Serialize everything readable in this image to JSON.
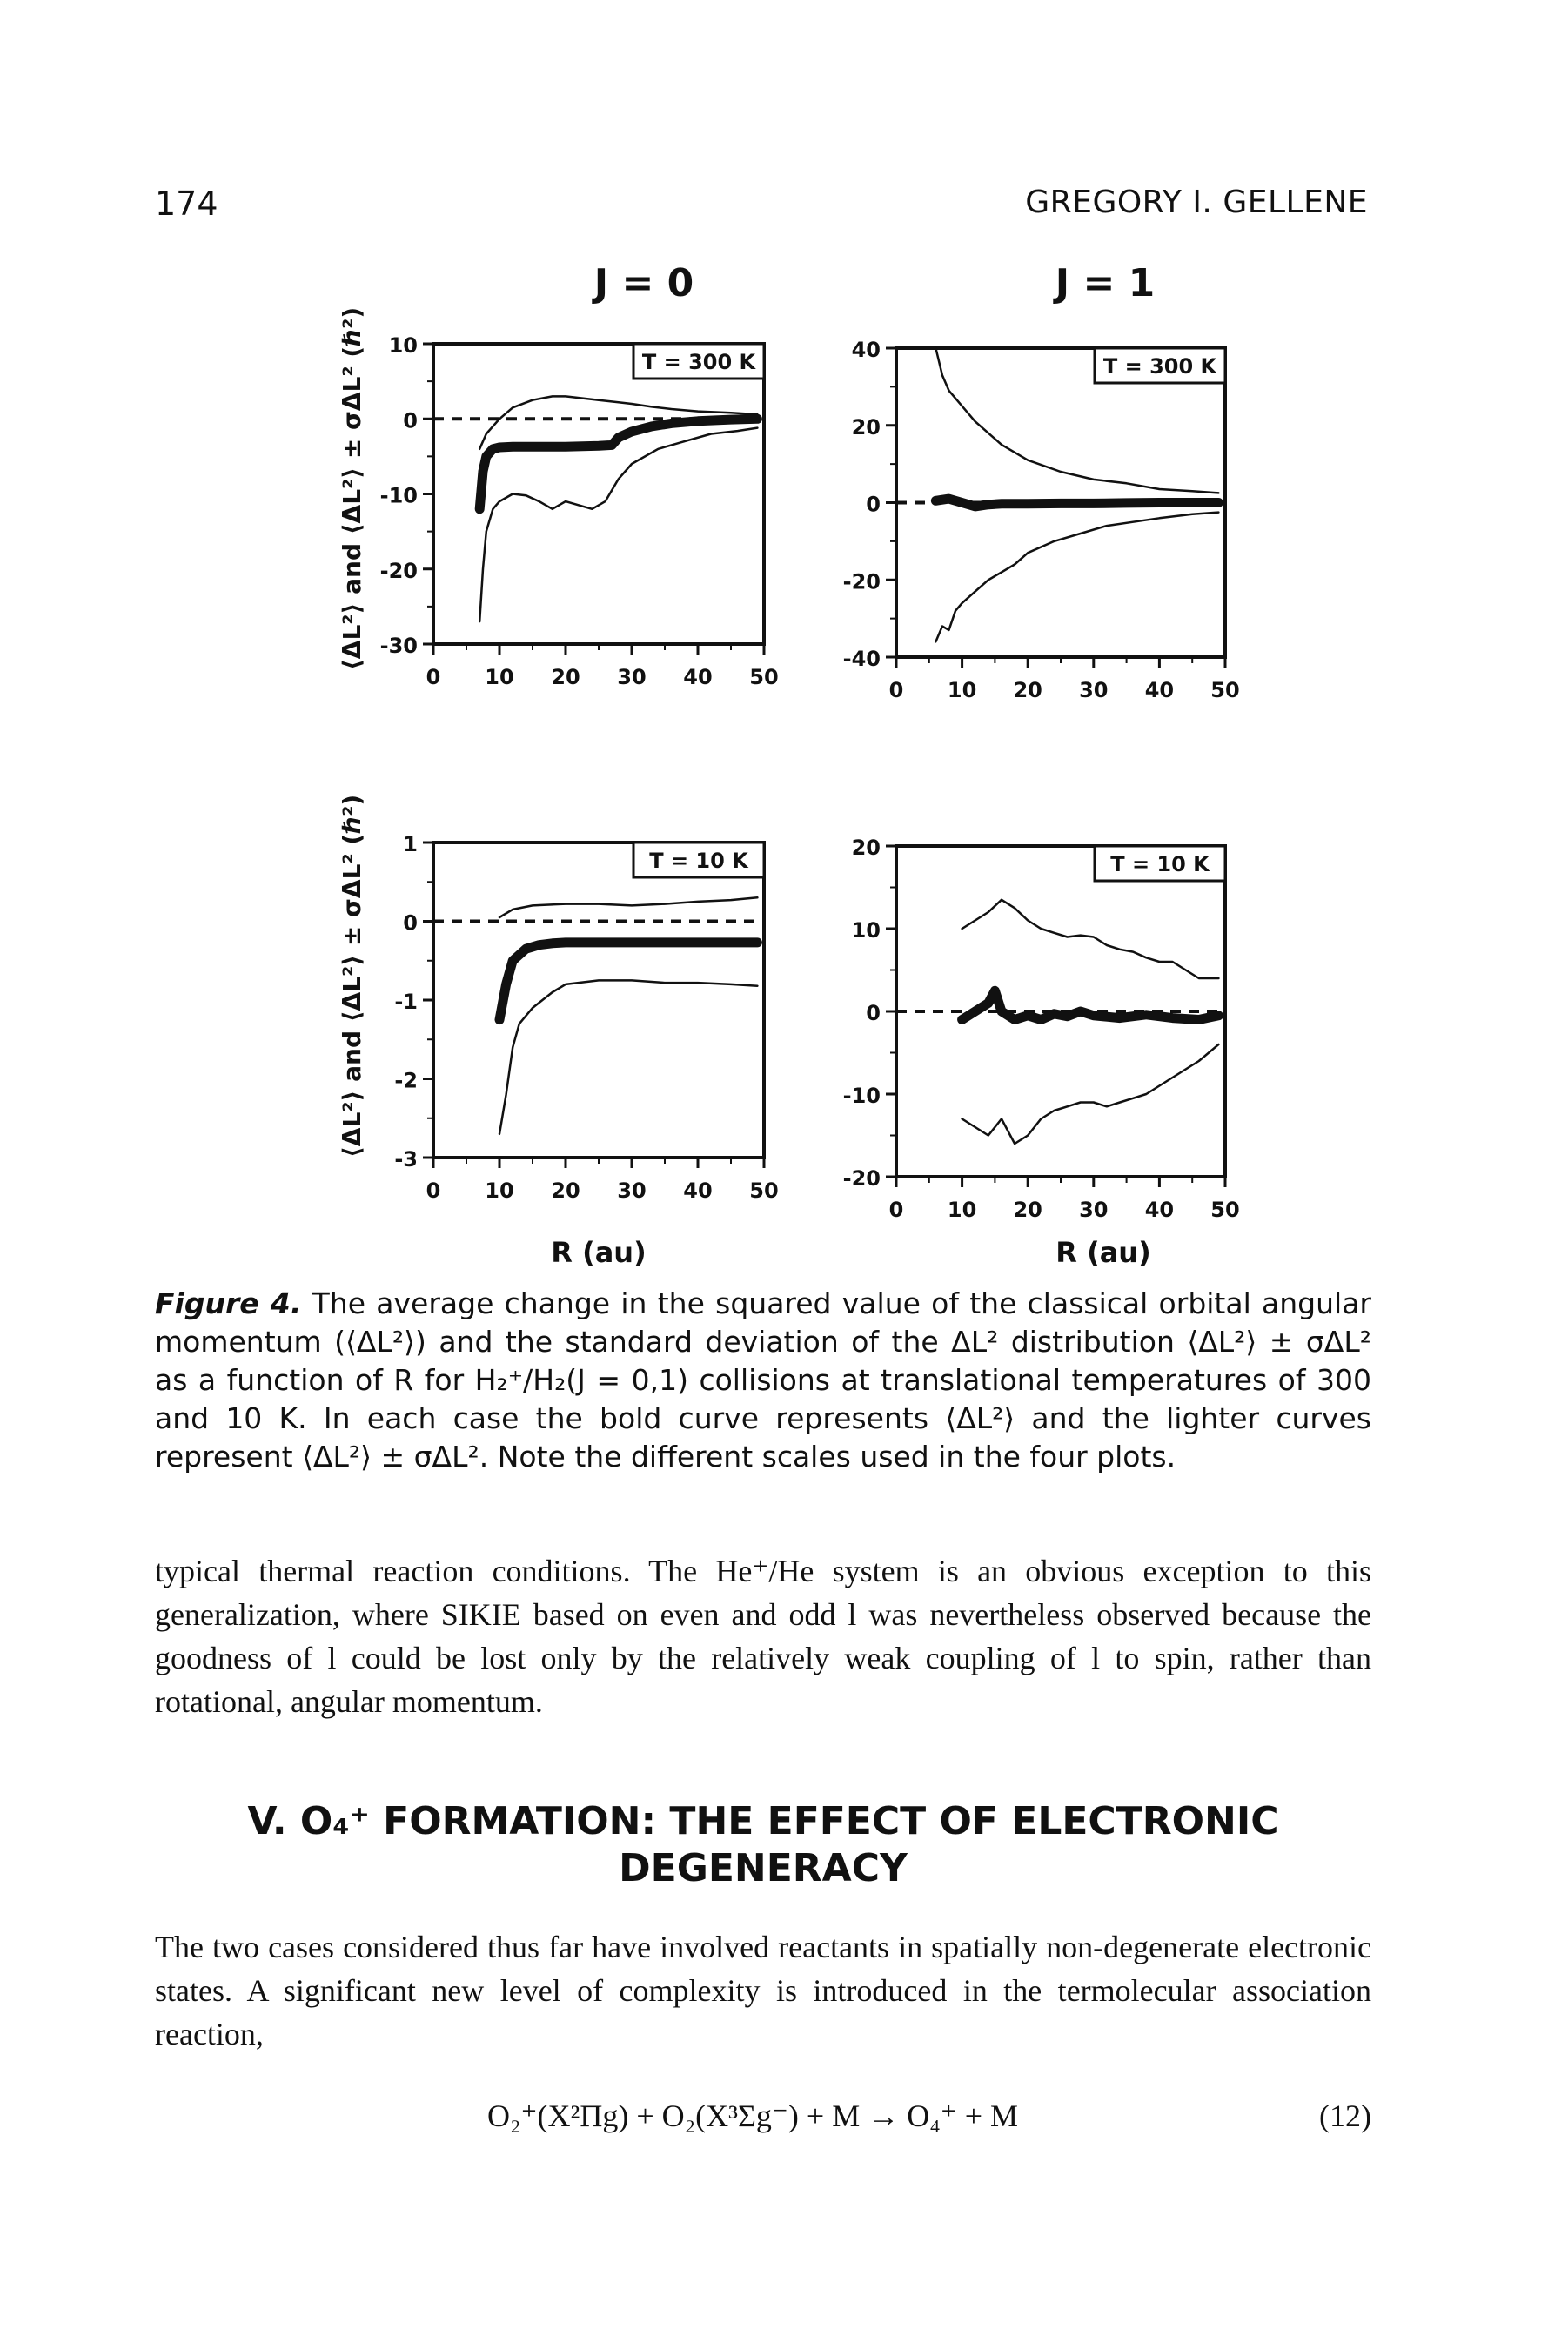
{
  "header": {
    "page_number": "174",
    "running_head": "GREGORY I. GELLENE"
  },
  "figure": {
    "col_titles": [
      "J = 0",
      "J = 1"
    ],
    "ylabel": "⟨ΔL²⟩ and ⟨ΔL²⟩ ± σΔL² (ℏ²)",
    "xlabel": "R (au)",
    "panels": [
      {
        "temperature_label": "T = 300 K",
        "ylim": [
          -30,
          10
        ],
        "yticks": [
          "10",
          "0",
          "-10",
          "-20",
          "-30"
        ],
        "xticks": [
          "0",
          "10",
          "20",
          "30",
          "40",
          "50"
        ]
      },
      {
        "temperature_label": "T = 300 K",
        "ylim": [
          -40,
          40
        ],
        "yticks": [
          "40",
          "20",
          "0",
          "-20",
          "-40"
        ],
        "xticks": [
          "0",
          "10",
          "20",
          "30",
          "40",
          "50"
        ]
      },
      {
        "temperature_label": "T = 10 K",
        "ylim": [
          -3,
          1
        ],
        "yticks": [
          "1",
          "0",
          "-1",
          "-2",
          "-3"
        ],
        "xticks": [
          "0",
          "10",
          "20",
          "30",
          "40",
          "50"
        ]
      },
      {
        "temperature_label": "T = 10 K",
        "ylim": [
          -20,
          20
        ],
        "yticks": [
          "20",
          "10",
          "0",
          "-10",
          "-20"
        ],
        "xticks": [
          "0",
          "10",
          "20",
          "30",
          "40",
          "50"
        ]
      }
    ]
  },
  "chart_data": [
    {
      "type": "line",
      "panel": "J = 0, T = 300 K",
      "xlim": [
        0,
        50
      ],
      "ylim": [
        -30,
        10
      ],
      "series": [
        {
          "x": [
            7,
            8,
            10,
            12,
            15,
            18,
            20,
            22,
            25,
            28,
            30,
            33,
            36,
            40,
            45,
            49
          ],
          "y": [
            -4,
            -2,
            0,
            1.5,
            2.5,
            3,
            3,
            2.8,
            2.5,
            2.2,
            2,
            1.6,
            1.3,
            1,
            0.8,
            0.6
          ]
        },
        {
          "x": [
            7,
            7.5,
            8,
            9,
            10,
            12,
            15,
            20,
            25,
            27,
            28,
            30,
            33,
            36,
            40,
            45,
            49
          ],
          "y": [
            -12,
            -7,
            -5,
            -4,
            -3.8,
            -3.7,
            -3.7,
            -3.7,
            -3.6,
            -3.5,
            -2.5,
            -1.7,
            -1,
            -0.6,
            -0.3,
            -0.1,
            0
          ]
        },
        {
          "x": [
            7,
            7.5,
            8,
            9,
            10,
            12,
            14,
            16,
            18,
            20,
            22,
            24,
            26,
            28,
            30,
            34,
            38,
            42,
            46,
            49
          ],
          "y": [
            -27,
            -20,
            -15,
            -12,
            -11,
            -10,
            -10.2,
            -11,
            -12,
            -11,
            -11.5,
            -12,
            -11,
            -8,
            -6,
            -4,
            -3,
            -2,
            -1.6,
            -1.2
          ]
        }
      ]
    },
    {
      "type": "line",
      "panel": "J = 1, T = 300 K",
      "xlim": [
        0,
        50
      ],
      "ylim": [
        -40,
        40
      ],
      "series": [
        {
          "x": [
            6,
            7,
            8,
            10,
            12,
            14,
            16,
            20,
            25,
            30,
            35,
            40,
            45,
            49
          ],
          "y": [
            40,
            33,
            29,
            25,
            21,
            18,
            15,
            11,
            8,
            6,
            5,
            3.5,
            3,
            2.5
          ]
        },
        {
          "x": [
            6,
            8,
            10,
            12,
            14,
            16,
            20,
            25,
            30,
            35,
            40,
            45,
            49
          ],
          "y": [
            0.5,
            1,
            0,
            -1,
            -0.5,
            -0.3,
            -0.3,
            -0.2,
            -0.2,
            -0.1,
            0,
            0,
            0
          ]
        },
        {
          "x": [
            6,
            7,
            8,
            9,
            10,
            12,
            14,
            16,
            18,
            20,
            24,
            28,
            32,
            36,
            40,
            45,
            49
          ],
          "y": [
            -36,
            -32,
            -33,
            -28,
            -26,
            -23,
            -20,
            -18,
            -16,
            -13,
            -10,
            -8,
            -6,
            -5,
            -4,
            -3,
            -2.5
          ]
        }
      ]
    },
    {
      "type": "line",
      "panel": "J = 0, T = 10 K",
      "xlim": [
        0,
        50
      ],
      "ylim": [
        -3,
        1
      ],
      "series": [
        {
          "x": [
            10,
            12,
            15,
            20,
            25,
            30,
            35,
            40,
            45,
            49
          ],
          "y": [
            0.05,
            0.15,
            0.2,
            0.22,
            0.22,
            0.2,
            0.22,
            0.25,
            0.27,
            0.3
          ]
        },
        {
          "x": [
            10,
            11,
            12,
            14,
            16,
            18,
            20,
            25,
            30,
            35,
            40,
            45,
            49
          ],
          "y": [
            -1.25,
            -0.8,
            -0.5,
            -0.35,
            -0.3,
            -0.28,
            -0.27,
            -0.27,
            -0.27,
            -0.27,
            -0.27,
            -0.27,
            -0.27
          ]
        },
        {
          "x": [
            10,
            11,
            12,
            13,
            15,
            18,
            20,
            25,
            30,
            35,
            40,
            45,
            49
          ],
          "y": [
            -2.7,
            -2.2,
            -1.6,
            -1.3,
            -1.1,
            -0.9,
            -0.8,
            -0.75,
            -0.75,
            -0.78,
            -0.78,
            -0.8,
            -0.82
          ]
        }
      ]
    },
    {
      "type": "line",
      "panel": "J = 1, T = 10 K",
      "xlim": [
        0,
        50
      ],
      "ylim": [
        -20,
        20
      ],
      "series": [
        {
          "x": [
            10,
            12,
            14,
            16,
            18,
            20,
            22,
            24,
            26,
            28,
            30,
            32,
            34,
            36,
            38,
            40,
            42,
            44,
            46,
            49
          ],
          "y": [
            10,
            11,
            12,
            13.5,
            12.5,
            11,
            10,
            9.5,
            9,
            9.2,
            9,
            8,
            7.5,
            7.2,
            6.5,
            6,
            6,
            5,
            4,
            4
          ]
        },
        {
          "x": [
            10,
            12,
            14,
            15,
            16,
            18,
            20,
            22,
            24,
            26,
            28,
            30,
            34,
            38,
            42,
            46,
            49
          ],
          "y": [
            -1,
            0,
            1,
            2.5,
            0,
            -1,
            -0.5,
            -1,
            -0.3,
            -0.6,
            0,
            -0.5,
            -0.8,
            -0.4,
            -0.8,
            -1,
            -0.5
          ]
        },
        {
          "x": [
            10,
            12,
            14,
            16,
            18,
            20,
            22,
            24,
            26,
            28,
            30,
            32,
            34,
            36,
            38,
            40,
            42,
            44,
            46,
            49
          ],
          "y": [
            -13,
            -14,
            -15,
            -13,
            -16,
            -15,
            -13,
            -12,
            -11.5,
            -11,
            -11,
            -11.5,
            -11,
            -10.5,
            -10,
            -9,
            -8,
            -7,
            -6,
            -4
          ]
        }
      ]
    }
  ],
  "caption": {
    "label": "Figure 4.",
    "text": "The average change in the squared value of the classical orbital angular momentum (⟨ΔL²⟩) and the standard deviation of the ΔL² distribution ⟨ΔL²⟩ ± σΔL² as a function of R for H₂⁺/H₂(J = 0,1) collisions at translational temperatures of 300 and 10 K. In each case the bold curve represents ⟨ΔL²⟩ and the lighter curves represent ⟨ΔL²⟩ ± σΔL². Note the different scales used in the four plots."
  },
  "body": {
    "paragraph_1": "typical thermal reaction conditions. The He⁺/He system is an obvious exception to this generalization, where SIKIE based on even and odd l was nevertheless observed because the goodness of l could be lost only by the relatively weak coupling of l to spin, rather than rotational, angular momentum.",
    "section_heading": "V. O₄⁺ FORMATION: THE EFFECT OF ELECTRONIC DEGENERACY",
    "paragraph_2": "The two cases considered thus far have involved reactants in spatially non-degenerate electronic states. A significant new level of complexity is introduced in the termolecular association reaction,",
    "equation": "O₂⁺(X²Πg) + O₂(X³Σg⁻) + M → O₄⁺ + M",
    "equation_number": "(12)"
  }
}
